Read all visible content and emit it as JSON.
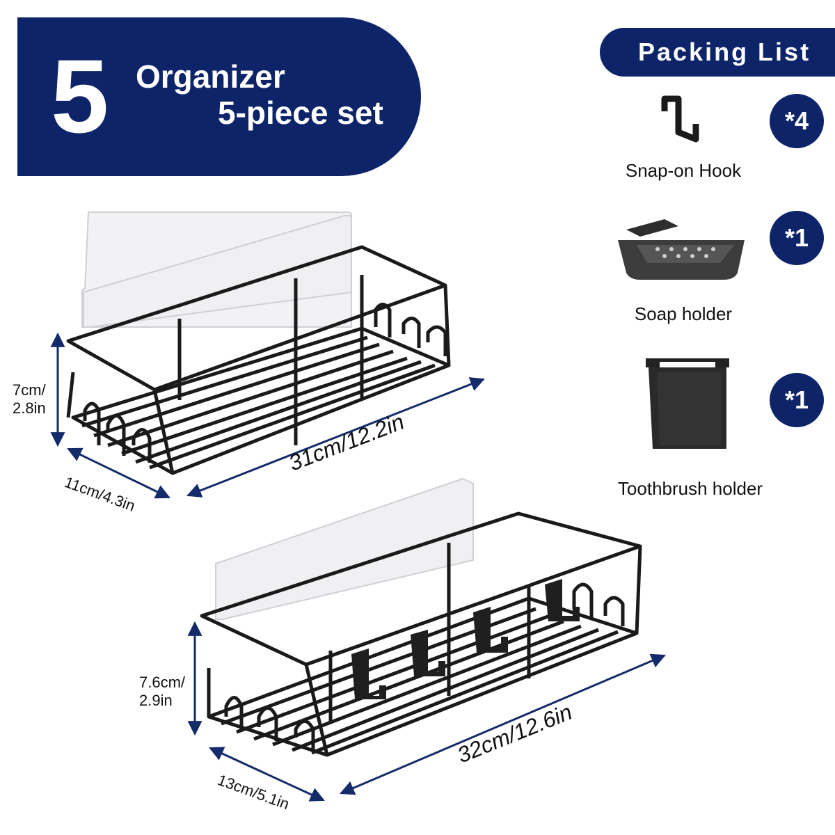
{
  "header": {
    "number": "5",
    "line1": "Organizer",
    "line2": "5-piece set"
  },
  "packing": {
    "title": "Packing List",
    "items": [
      {
        "label": "Snap-on Hook",
        "count": "*4",
        "icon": "hook-icon"
      },
      {
        "label": "Soap holder",
        "count": "*1",
        "icon": "soap-dish-icon"
      },
      {
        "label": "Toothbrush holder",
        "count": "*1",
        "icon": "toothbrush-cup-icon"
      }
    ]
  },
  "rack1": {
    "height": "7cm/\n2.8in",
    "height_cm": "7cm/",
    "height_in": "2.8in",
    "depth": "11cm/4.3in",
    "length": "31cm/12.2in"
  },
  "rack2": {
    "height_cm": "7.6cm/",
    "height_in": "2.9in",
    "depth": "13cm/5.1in",
    "length": "32cm/12.6in"
  },
  "colors": {
    "navy": "#0e2469",
    "rack": "#1a1a1a",
    "arrow": "#142b6a"
  }
}
